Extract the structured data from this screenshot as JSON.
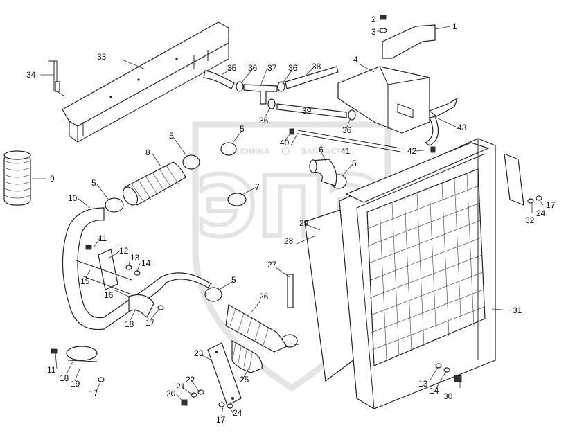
{
  "watermark": {
    "letters": "ЭПЭ",
    "caption_left": "ТЕХНИКА",
    "caption_right": "ЗАПЧАСТИ",
    "color": "#c9c9c9"
  },
  "callouts": [
    {
      "id": "c1",
      "label": "1"
    },
    {
      "id": "c2",
      "label": "2"
    },
    {
      "id": "c3",
      "label": "3"
    },
    {
      "id": "c4",
      "label": "4"
    },
    {
      "id": "c5a",
      "label": "5"
    },
    {
      "id": "c5b",
      "label": "5"
    },
    {
      "id": "c5c",
      "label": "5"
    },
    {
      "id": "c5d",
      "label": "5"
    },
    {
      "id": "c5e",
      "label": "5"
    },
    {
      "id": "c6",
      "label": "6"
    },
    {
      "id": "c7",
      "label": "7"
    },
    {
      "id": "c8",
      "label": "8"
    },
    {
      "id": "c9",
      "label": "9"
    },
    {
      "id": "c10",
      "label": "10"
    },
    {
      "id": "c11a",
      "label": "11"
    },
    {
      "id": "c11b",
      "label": "11"
    },
    {
      "id": "c12",
      "label": "12"
    },
    {
      "id": "c13a",
      "label": "13"
    },
    {
      "id": "c13b",
      "label": "13"
    },
    {
      "id": "c14a",
      "label": "14"
    },
    {
      "id": "c14b",
      "label": "14"
    },
    {
      "id": "c15",
      "label": "15"
    },
    {
      "id": "c16",
      "label": "16"
    },
    {
      "id": "c17a",
      "label": "17"
    },
    {
      "id": "c17b",
      "label": "17"
    },
    {
      "id": "c17c",
      "label": "17"
    },
    {
      "id": "c17d",
      "label": "17"
    },
    {
      "id": "c18a",
      "label": "18"
    },
    {
      "id": "c18b",
      "label": "18"
    },
    {
      "id": "c19",
      "label": "19"
    },
    {
      "id": "c20",
      "label": "20"
    },
    {
      "id": "c21",
      "label": "21"
    },
    {
      "id": "c22",
      "label": "22"
    },
    {
      "id": "c23",
      "label": "23"
    },
    {
      "id": "c24a",
      "label": "24"
    },
    {
      "id": "c24b",
      "label": "24"
    },
    {
      "id": "c25",
      "label": "25"
    },
    {
      "id": "c26",
      "label": "26"
    },
    {
      "id": "c27",
      "label": "27"
    },
    {
      "id": "c28",
      "label": "28"
    },
    {
      "id": "c29",
      "label": "29"
    },
    {
      "id": "c30",
      "label": "30"
    },
    {
      "id": "c31",
      "label": "31"
    },
    {
      "id": "c32",
      "label": "32"
    },
    {
      "id": "c33",
      "label": "33"
    },
    {
      "id": "c34",
      "label": "34"
    },
    {
      "id": "c35",
      "label": "35"
    },
    {
      "id": "c36a",
      "label": "36"
    },
    {
      "id": "c36b",
      "label": "36"
    },
    {
      "id": "c36c",
      "label": "36"
    },
    {
      "id": "c36d",
      "label": "36"
    },
    {
      "id": "c37",
      "label": "37"
    },
    {
      "id": "c38",
      "label": "38"
    },
    {
      "id": "c39",
      "label": "39"
    },
    {
      "id": "c40",
      "label": "40"
    },
    {
      "id": "c41",
      "label": "41"
    },
    {
      "id": "c42",
      "label": "42"
    },
    {
      "id": "c43",
      "label": "43"
    }
  ]
}
